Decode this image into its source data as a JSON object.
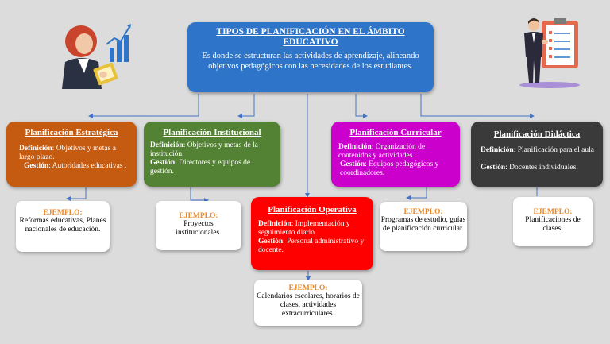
{
  "header": {
    "title": "TIPOS DE PLANIFICACIÓN EN EL ÁMBITO EDUCATIVO",
    "description": "Es donde se estructuran las actividades de  aprendizaje, alineando objetivos pedagógicos con las necesidades de los estudiantes."
  },
  "labels": {
    "definicion": "Definición",
    "gestion": "Gestión",
    "ejemplo": "EJEMPLO:"
  },
  "types": [
    {
      "title": "Planificación Estratégica",
      "definicion": ": Objetivos y metas a largo plazo.",
      "gestion": ": Autoridades educativas .",
      "ejemplo": "Reformas educativas, Planes nacionales de educación.",
      "color": "#c55a11"
    },
    {
      "title": "Planificación Institucional",
      "definicion": ": Objetivos y metas de la institución.",
      "gestion": ": Directores y equipos de gestión.",
      "ejemplo": "Proyectos institucionales.",
      "color": "#548235"
    },
    {
      "title": "Planificación Operativa",
      "definicion": ": Implementación y seguimiento diario.",
      "gestion": ": Personal administrativo y docente.",
      "ejemplo": "Calendarios escolares, horarios de clases, actividades extracurriculares.",
      "color": "#ff0000"
    },
    {
      "title": "Planificación Curricular",
      "definicion": ": Organización de contenidos y actividades.",
      "gestion": ": Equipos pedagógicos y coordinadores.",
      "ejemplo": "Programas de estudio, guías de planificación curricular.",
      "color": "#cc00cc"
    },
    {
      "title": "Planificación Didáctica",
      "definicion": ": Planificación para el aula .",
      "gestion": ": Docentes individuales.",
      "ejemplo": "Planificaciones de clases.",
      "color": "#3a3a3a"
    }
  ],
  "colors": {
    "header": "#2e75c9",
    "connector": "#4472c4",
    "ejemplo_label": "#e8892c",
    "background": "#dcdcdc"
  },
  "icons": [
    "businesswoman-chart-icon",
    "man-clipboard-checklist-icon"
  ]
}
